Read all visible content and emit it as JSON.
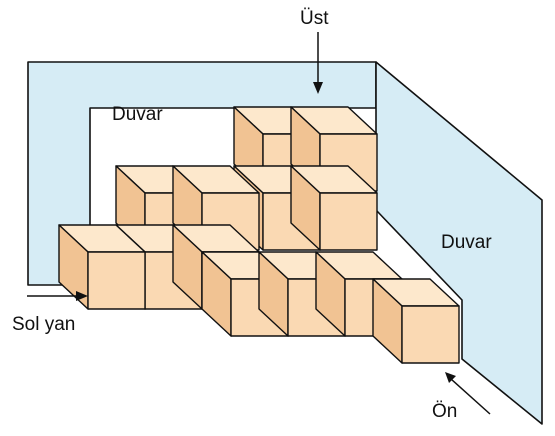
{
  "labels": {
    "top": "Üst",
    "back_wall": "Duvar",
    "right_wall": "Duvar",
    "left_side": "Sol yan",
    "front": "Ön"
  },
  "colors": {
    "wall": "#d6ecf5",
    "cube_front": "#fad9b3",
    "cube_top": "#fde8cc",
    "cube_side": "#f1c393",
    "outline": "#111111"
  },
  "structure": {
    "rows": [
      {
        "depth": 0,
        "columns": [
          3,
          3,
          2,
          2
        ]
      },
      {
        "depth": 1,
        "columns": [
          0,
          2,
          2,
          0,
          0,
          0
        ]
      },
      {
        "depth": 2,
        "columns": [
          1,
          1,
          1,
          1,
          0,
          0
        ]
      },
      {
        "depth": 3,
        "columns": [
          0,
          0,
          0,
          0,
          1,
          1
        ]
      }
    ]
  }
}
